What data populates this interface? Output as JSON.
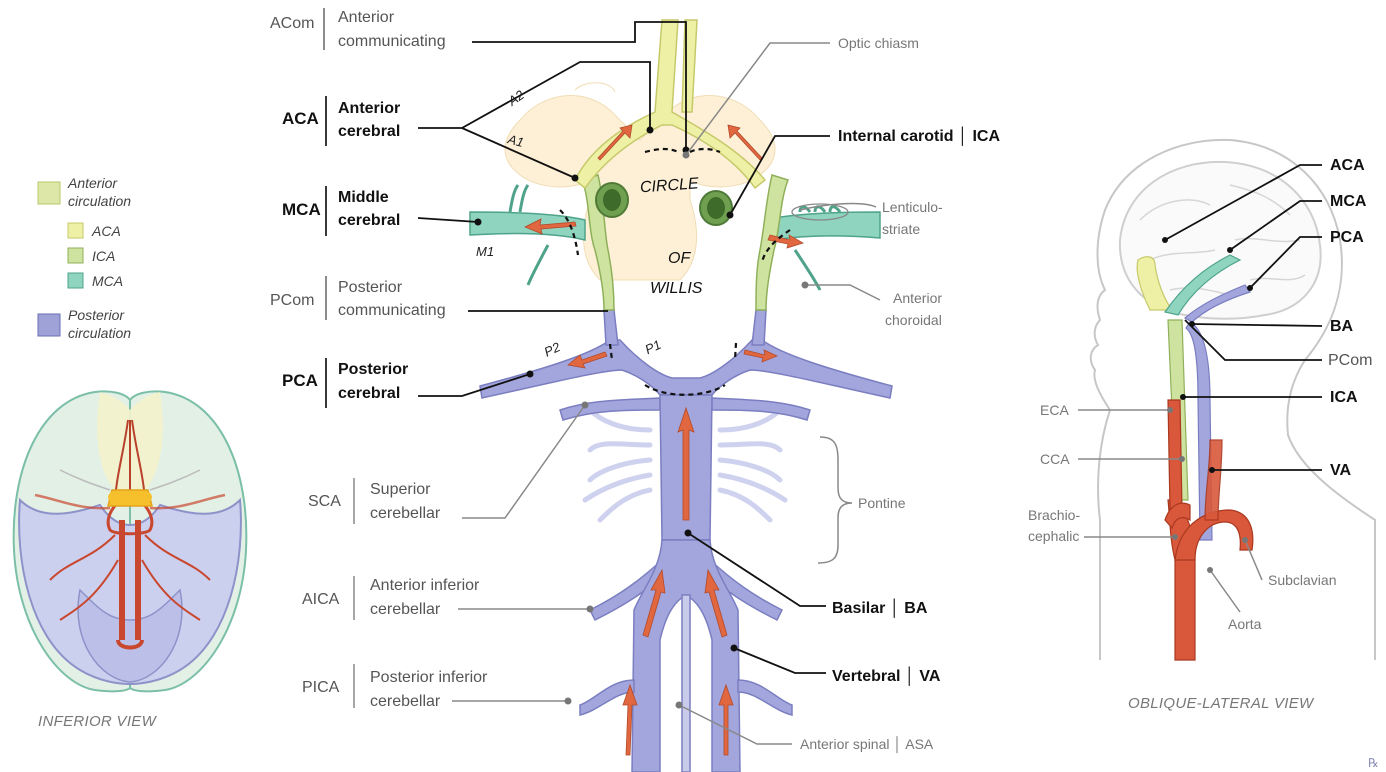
{
  "labels": {
    "acom_abbr": "ACom",
    "acom_full_1": "Anterior",
    "acom_full_2": "communicating",
    "aca_abbr": "ACA",
    "aca_full_1": "Anterior",
    "aca_full_2": "cerebral",
    "mca_abbr": "MCA",
    "mca_full_1": "Middle",
    "mca_full_2": "cerebral",
    "pcom_abbr": "PCom",
    "pcom_full_1": "Posterior",
    "pcom_full_2": "communicating",
    "pca_abbr": "PCA",
    "pca_full_1": "Posterior",
    "pca_full_2": "cerebral",
    "sca_abbr": "SCA",
    "sca_full_1": "Superior",
    "sca_full_2": "cerebellar",
    "aica_abbr": "AICA",
    "aica_full_1": "Anterior inferior",
    "aica_full_2": "cerebellar",
    "pica_abbr": "PICA",
    "pica_full_1": "Posterior inferior",
    "pica_full_2": "cerebellar",
    "optic_chiasm": "Optic chiasm",
    "internal_carotid": "Internal carotid │ ICA",
    "lenticulo_1": "Lenticulo-",
    "lenticulo_2": "striate",
    "ant_choroidal_1": "Anterior",
    "ant_choroidal_2": "choroidal",
    "pontine": "Pontine",
    "basilar": "Basilar │ BA",
    "vertebral": "Vertebral │ VA",
    "anterior_spinal": "Anterior spinal │ ASA",
    "seg_a2": "A2",
    "seg_a1": "A1",
    "seg_m1": "M1",
    "seg_p1": "P1",
    "seg_p2": "P2",
    "circle_1": "CIRCLE",
    "circle_2": "OF",
    "circle_3": "WILLIS"
  },
  "legend": {
    "anterior_1": "Anterior",
    "anterior_2": "circulation",
    "aca": "ACA",
    "ica": "ICA",
    "mca": "MCA",
    "posterior_1": "Posterior",
    "posterior_2": "circulation"
  },
  "oblique": {
    "aca": "ACA",
    "mca": "MCA",
    "pca": "PCA",
    "ba": "BA",
    "pcom": "PCom",
    "ica": "ICA",
    "va": "VA",
    "eca": "ECA",
    "cca": "CCA",
    "brachio_1": "Brachio-",
    "brachio_2": "cephalic",
    "subclavian": "Subclavian",
    "aorta": "Aorta"
  },
  "captions": {
    "inferior": "INFERIOR VIEW",
    "oblique": "OBLIQUE-LATERAL VIEW",
    "logo": "℞"
  },
  "colors": {
    "aca": "#e8e9a4",
    "ica": "#cfe2a2",
    "mca": "#8fd1bd",
    "posterior": "#9ea2d6",
    "arrow": "#e0673f",
    "artery_red": "#d9583b"
  }
}
